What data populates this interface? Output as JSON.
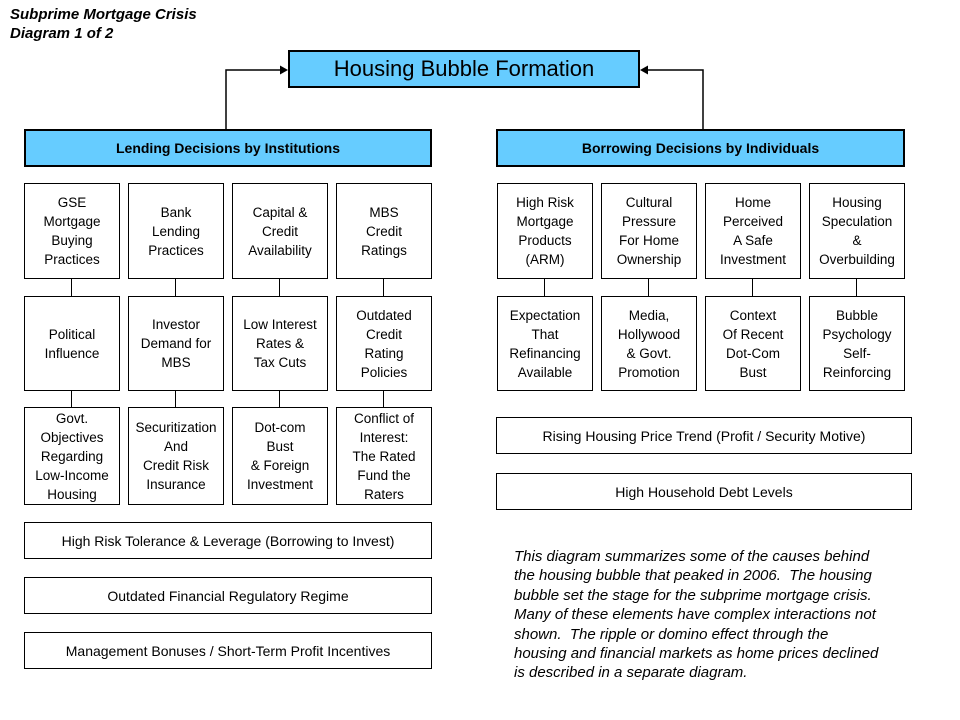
{
  "colors": {
    "accent": "#66CCFF",
    "line": "#000000"
  },
  "page_header": {
    "title": "Subprime Mortgage Crisis\nDiagram 1 of 2"
  },
  "main_node": {
    "label": "Housing Bubble Formation"
  },
  "left_group": {
    "header": "Lending Decisions by Institutions",
    "rows": [
      [
        "GSE\nMortgage\nBuying\nPractices",
        "Bank\nLending\nPractices",
        "Capital &\nCredit\nAvailability",
        "MBS\nCredit\nRatings"
      ],
      [
        "Political\nInfluence",
        "Investor\nDemand for\nMBS",
        "Low Interest\nRates &\nTax Cuts",
        "Outdated\nCredit\nRating\nPolicies"
      ],
      [
        "Govt.\nObjectives\nRegarding\nLow-Income\nHousing",
        "Securitization\nAnd\nCredit Risk\nInsurance",
        "Dot-com\nBust\n& Foreign\nInvestment",
        "Conflict of\nInterest:\nThe Rated\nFund the\nRaters"
      ]
    ],
    "wide": [
      "High Risk Tolerance & Leverage (Borrowing to Invest)",
      "Outdated Financial Regulatory Regime",
      "Management Bonuses / Short-Term Profit Incentives"
    ]
  },
  "right_group": {
    "header": "Borrowing Decisions by Individuals",
    "rows": [
      [
        "High Risk\nMortgage\nProducts\n(ARM)",
        "Cultural\nPressure\nFor Home\nOwnership",
        "Home\nPerceived\nA Safe\nInvestment",
        "Housing\nSpeculation\n&\nOverbuilding"
      ],
      [
        "Expectation\nThat\nRefinancing\nAvailable",
        "Media,\nHollywood\n& Govt.\nPromotion",
        "Context\nOf Recent\nDot-Com\nBust",
        "Bubble\nPsychology\nSelf-\nReinforcing"
      ]
    ],
    "wide": [
      "Rising Housing Price Trend (Profit / Security Motive)",
      "High Household Debt Levels"
    ]
  },
  "note": "This diagram summarizes some of the causes behind\nthe housing bubble that peaked in 2006.  The housing\nbubble set the stage for the subprime mortgage crisis.\nMany of these elements have complex interactions not\nshown.  The ripple or domino effect through the\nhousing and financial markets as home prices declined\nis described in a separate diagram."
}
